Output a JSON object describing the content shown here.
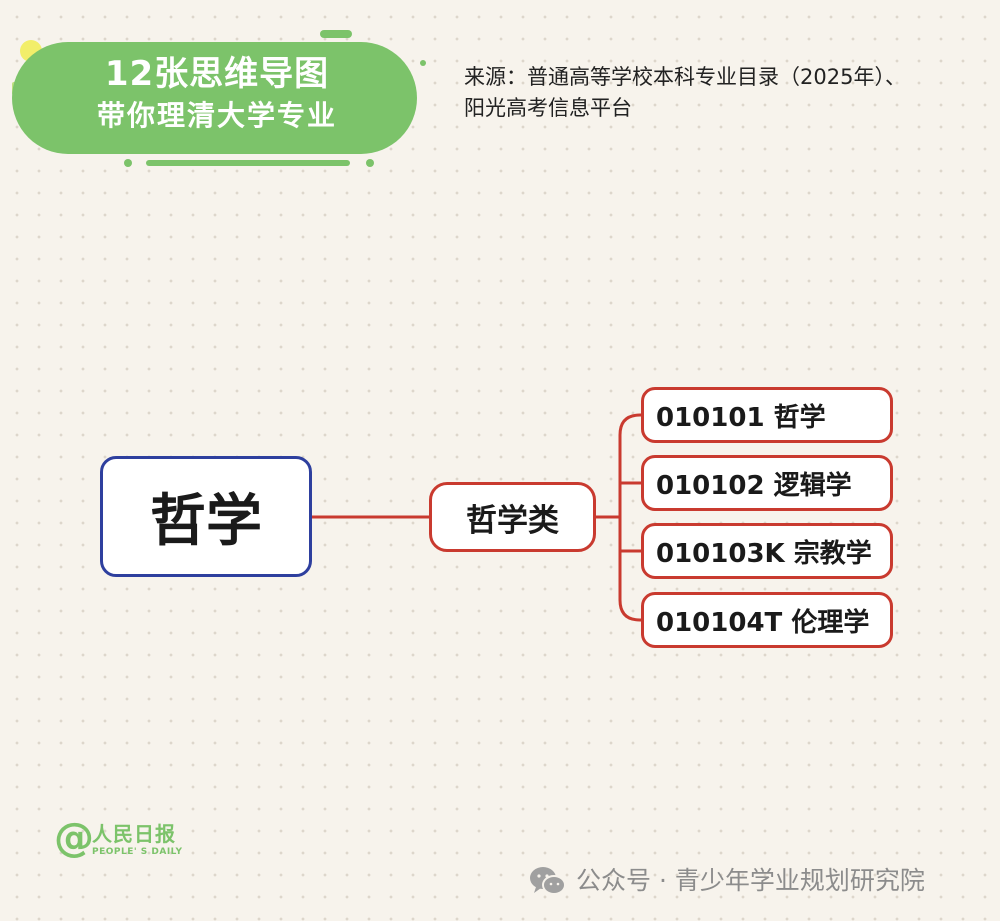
{
  "header": {
    "title_line1": "12张思维导图",
    "title_line2": "带你理清大学专业",
    "accent_color": "#7cc36a"
  },
  "source": {
    "line1": "来源：普通高等学校本科专业目录（2025年）、",
    "line2": "阳光高考信息平台"
  },
  "mindmap": {
    "root": "哲学",
    "category": "哲学类",
    "majors": [
      "010101 哲学",
      "010102 逻辑学",
      "010103K 宗教学",
      "010104T 伦理学"
    ],
    "root_border_color": "#2e3f9e",
    "branch_color": "#c93a2f"
  },
  "footer": {
    "logo_cn": "人民日报",
    "logo_en": "PEOPLE' S DAILY",
    "logo_icon": "at-sign-icon",
    "account_icon": "wechat-icon",
    "account_text": "公众号 · 青少年学业规划研究院"
  }
}
